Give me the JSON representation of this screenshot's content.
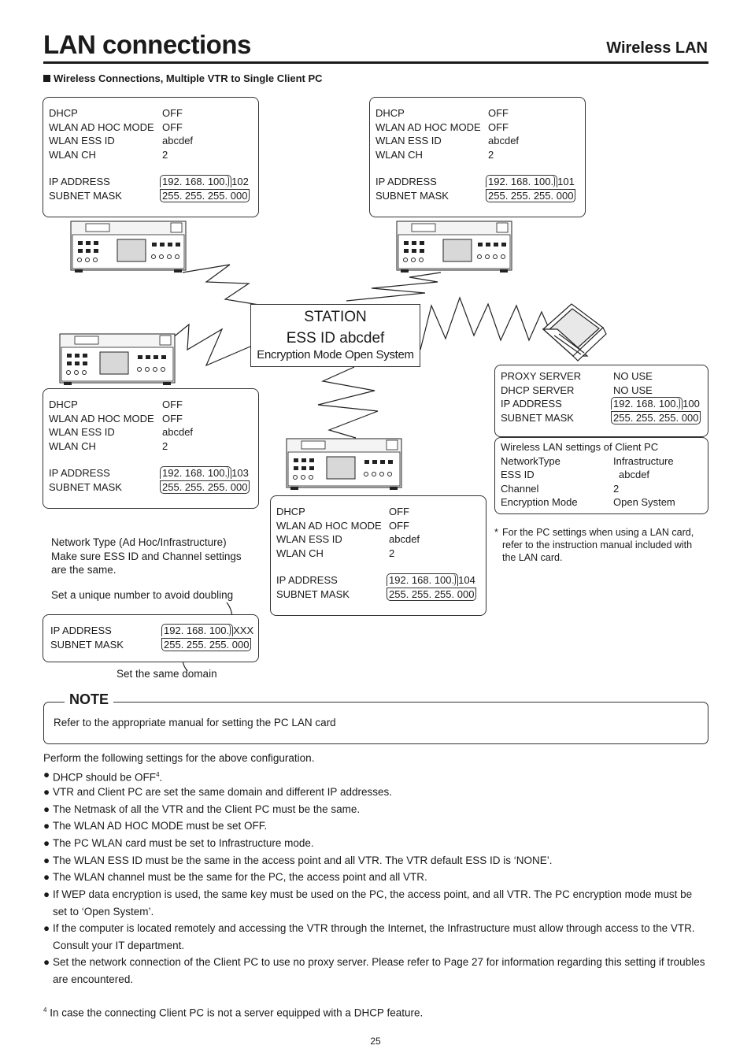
{
  "header": {
    "title": "LAN connections",
    "subtitle": "Wireless LAN"
  },
  "section_title": "Wireless Connections, Multiple VTR to Single Client PC",
  "vtr_configs": {
    "top_left": {
      "dhcp_k": "DHCP",
      "dhcp_v": "OFF",
      "adhoc_k": "WLAN  AD  HOC  MODE",
      "adhoc_v": "OFF",
      "ess_k": "WLAN  ESS  ID",
      "ess_v": "abcdef",
      "ch_k": "WLAN  CH",
      "ch_v": "2",
      "ip_k": "IP  ADDRESS",
      "ip_prefix": "192. 168. 100.",
      "ip_suffix": "102",
      "mask_k": "SUBNET MASK",
      "mask_v": "255. 255. 255. 000"
    },
    "top_right": {
      "dhcp_k": "DHCP",
      "dhcp_v": "OFF",
      "adhoc_k": "WLAN  AD  HOC  MODE",
      "adhoc_v": "OFF",
      "ess_k": "WLAN  ESS  ID",
      "ess_v": "abcdef",
      "ch_k": "WLAN  CH",
      "ch_v": "2",
      "ip_k": "IP  ADDRESS",
      "ip_prefix": "192. 168. 100.",
      "ip_suffix": "101",
      "mask_k": "SUBNET MASK",
      "mask_v": "255. 255. 255. 000"
    },
    "mid_left": {
      "dhcp_k": "DHCP",
      "dhcp_v": "OFF",
      "adhoc_k": "WLAN  AD  HOC  MODE",
      "adhoc_v": "OFF",
      "ess_k": "WLAN  ESS  ID",
      "ess_v": "abcdef",
      "ch_k": "WLAN  CH",
      "ch_v": "2",
      "ip_k": "IP  ADDRESS",
      "ip_prefix": "192. 168. 100.",
      "ip_suffix": "103",
      "mask_k": "SUBNET MASK",
      "mask_v": "255. 255. 255. 000"
    },
    "bottom_center": {
      "dhcp_k": "DHCP",
      "dhcp_v": "OFF",
      "adhoc_k": "WLAN  AD  HOC  MODE",
      "adhoc_v": "OFF",
      "ess_k": "WLAN  ESS  ID",
      "ess_v": "abcdef",
      "ch_k": "WLAN  CH",
      "ch_v": "2",
      "ip_k": "IP  ADDRESS",
      "ip_prefix": "192. 168. 100.",
      "ip_suffix": "104",
      "mask_k": "SUBNET MASK",
      "mask_v": "255. 255. 255. 000"
    }
  },
  "station": {
    "line1": "STATION",
    "line2": "ESS ID  abcdef",
    "line3": "Encryption Mode   Open System"
  },
  "pc": {
    "proxy_k": "PROXY  SERVER",
    "proxy_v": "NO  USE",
    "dhcps_k": "DHCP  SERVER",
    "dhcps_v": "NO  USE",
    "ip_k": "IP  ADDRESS",
    "ip_prefix": "192. 168. 100.",
    "ip_suffix": "100",
    "mask_k": "SUBNET MASK",
    "mask_v": "255. 255. 255. 000"
  },
  "pc_wireless": {
    "heading": "Wireless LAN settings of Client PC",
    "nt_k": "NetworkType",
    "nt_v": "Infrastructure",
    "ess_k": "ESS  ID",
    "ess_v": "abcdef",
    "ch_k": "Channel",
    "ch_v": "2",
    "enc_k": "Encryption Mode",
    "enc_v": "Open System"
  },
  "pc_note": {
    "star": "*",
    "l1": "For the PC settings when using a LAN card,",
    "l2": "refer to the instruction manual included with",
    "l3": "the LAN card."
  },
  "explain": {
    "l1": "Network Type (Ad Hoc/Infrastructure)",
    "l2": "Make sure ESS ID and Channel settings",
    "l3": "are the same.",
    "unique": "Set a unique number to avoid doubling",
    "ip_k": "IP  ADDRESS",
    "ip_prefix": "192. 168. 100.",
    "ip_suffix": "XXX",
    "mask_k": "SUBNET MASK",
    "mask_v": "255. 255. 255. 000",
    "domain": "Set the same domain"
  },
  "note": {
    "label": "NOTE",
    "text": "Refer to the appropriate manual for setting the PC LAN card"
  },
  "intro": "Perform the following settings for the above configuration.",
  "bullets": {
    "b1": "DHCP should be OFF",
    "b1_sup": "4",
    "b1_end": ".",
    "b2": "VTR and Client PC are set the same domain and different IP addresses.",
    "b3": "The Netmask of all the VTR and the Client PC must be the same.",
    "b4": "The WLAN AD HOC MODE must be set OFF.",
    "b5": "The PC WLAN card must be set to Infrastructure mode.",
    "b6": "The WLAN ESS ID must be the same in the access point and all VTR. The VTR default ESS ID is ‘NONE’.",
    "b7": "The WLAN channel must be the same for the PC, the access point and all VTR.",
    "b8": "If WEP data encryption is used, the same key must be used on the PC, the access point, and all VTR. The PC encryption mode must be set to ‘Open System’.",
    "b9": "If the computer is located remotely and accessing the VTR through the Internet, the Infrastructure must allow through access to the VTR. Consult your IT department.",
    "b10": "Set the network connection of the Client PC to use no proxy server. Please refer to Page 27 for information regarding this setting if troubles are encountered."
  },
  "footnote": {
    "num": "4",
    "text": "In case the connecting Client PC is not a server equipped with a DHCP feature."
  },
  "page_number": "25"
}
